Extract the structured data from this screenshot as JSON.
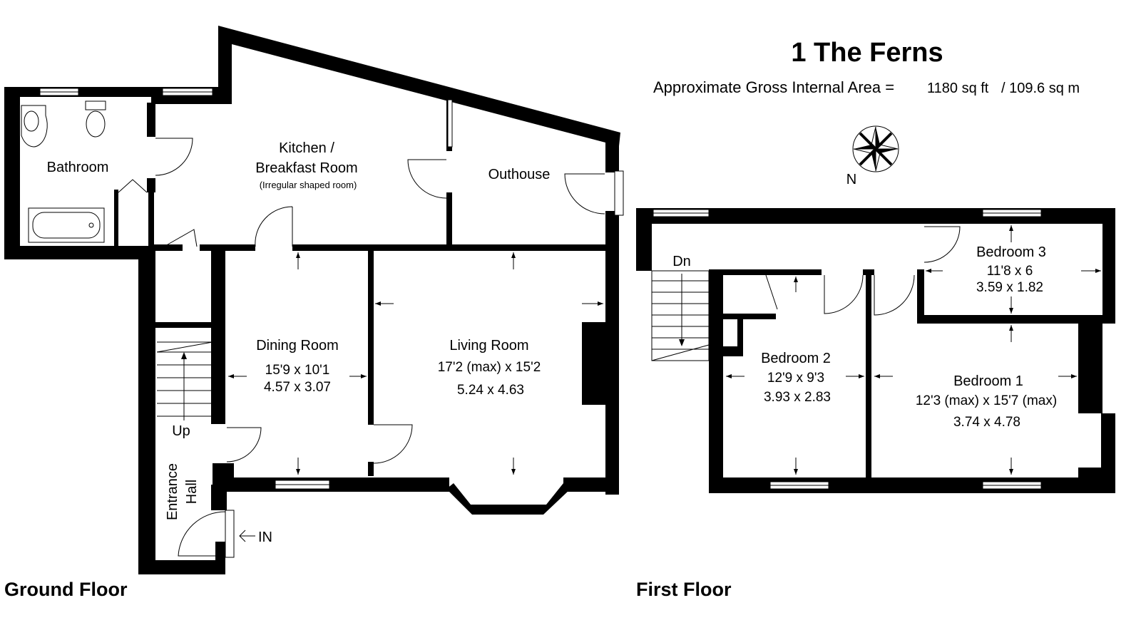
{
  "title": "1 The Ferns",
  "area": {
    "label": "Approximate Gross Internal Area =",
    "sqft": "1180 sq ft",
    "sqm": "/ 109.6 sq m"
  },
  "compass_label": "N",
  "floors": {
    "ground": {
      "label": "Ground Floor",
      "rooms": {
        "bathroom": "Bathroom",
        "kitchen_line1": "Kitchen /",
        "kitchen_line2": "Breakfast Room",
        "kitchen_note": "(Irregular shaped room)",
        "outhouse": "Outhouse",
        "dining": {
          "name": "Dining Room",
          "imperial": "15'9 x 10'1",
          "metric": "4.57 x 3.07"
        },
        "living": {
          "name": "Living Room",
          "imperial": "17'2 (max) x 15'2",
          "metric": "5.24 x 4.63"
        },
        "hall_line1": "Entrance",
        "hall_line2": "Hall"
      },
      "stairs_label": "Up",
      "entrance_label": "IN"
    },
    "first": {
      "label": "First Floor",
      "stairs_label": "Dn",
      "rooms": {
        "bedroom3": {
          "name": "Bedroom 3",
          "imperial": "11'8 x 6",
          "metric": "3.59 x 1.82"
        },
        "bedroom2": {
          "name": "Bedroom 2",
          "imperial": "12'9 x 9'3",
          "metric": "3.93 x 2.83"
        },
        "bedroom1": {
          "name": "Bedroom 1",
          "imperial": "12'3 (max) x 15'7 (max)",
          "metric": "3.74 x 4.78"
        }
      }
    }
  }
}
